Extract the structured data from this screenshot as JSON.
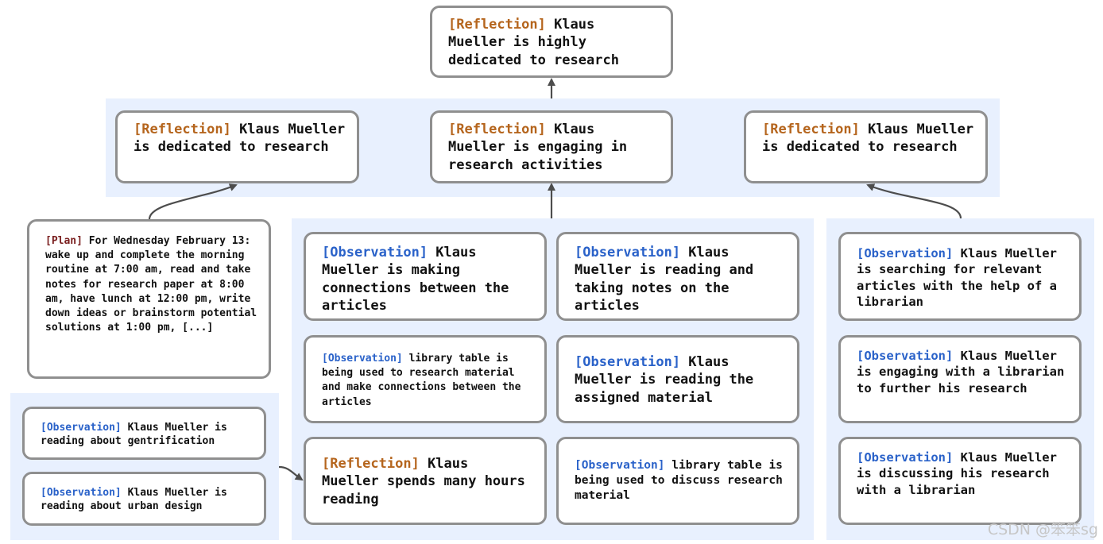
{
  "colors": {
    "reflection_tag": "#b5651d",
    "observation_tag": "#2a62c9",
    "plan_tag": "#7a1f1f",
    "panel": "#e8f0fe",
    "border": "#8f8f8f"
  },
  "nodes": {
    "top": {
      "tag": "[Reflection]",
      "text": " Klaus Mueller is highly dedicated to research"
    },
    "mid_left": {
      "tag": "[Reflection]",
      "text": " Klaus Mueller is dedicated to research"
    },
    "mid_center": {
      "tag": "[Reflection]",
      "text": " Klaus Mueller is engaging in research activities"
    },
    "mid_right": {
      "tag": "[Reflection]",
      "text": " Klaus Mueller is dedicated to research"
    },
    "plan": {
      "tag": "[Plan]",
      "text": " For Wednesday February 13: wake up and complete the morning routine at 7:00 am, read and take notes for research paper at 8:00 am, have lunch at 12:00 pm, write down ideas or brainstorm potential solutions at 1:00 pm, [...]"
    },
    "left_obs_1": {
      "tag": "[Observation]",
      "text": " Klaus Mueller is reading about gentrification"
    },
    "left_obs_2": {
      "tag": "[Observation]",
      "text": " Klaus Mueller is reading about urban design"
    },
    "c_obs_1": {
      "tag": "[Observation]",
      "text": " Klaus Mueller is making connections between the articles"
    },
    "c_obs_2": {
      "tag": "[Observation]",
      "text": " Klaus Mueller is reading and taking notes on the articles"
    },
    "c_obs_3": {
      "tag": "[Observation]",
      "text": " library table is being used to research material and make connections between the articles"
    },
    "c_obs_4": {
      "tag": "[Observation]",
      "text": " Klaus Mueller is reading the assigned material"
    },
    "c_refl_5": {
      "tag": "[Reflection]",
      "text": " Klaus Mueller spends many hours reading"
    },
    "c_obs_6": {
      "tag": "[Observation]",
      "text": " library table is being used to discuss research material"
    },
    "r_obs_1": {
      "tag": "[Observation]",
      "text": " Klaus Mueller is searching for relevant articles with the help of a librarian"
    },
    "r_obs_2": {
      "tag": "[Observation]",
      "text": " Klaus Mueller is engaging with a librarian to further his research"
    },
    "r_obs_3": {
      "tag": "[Observation]",
      "text": " Klaus Mueller is discussing his research with a librarian"
    }
  },
  "watermark": "CSDN @笨笨sg"
}
